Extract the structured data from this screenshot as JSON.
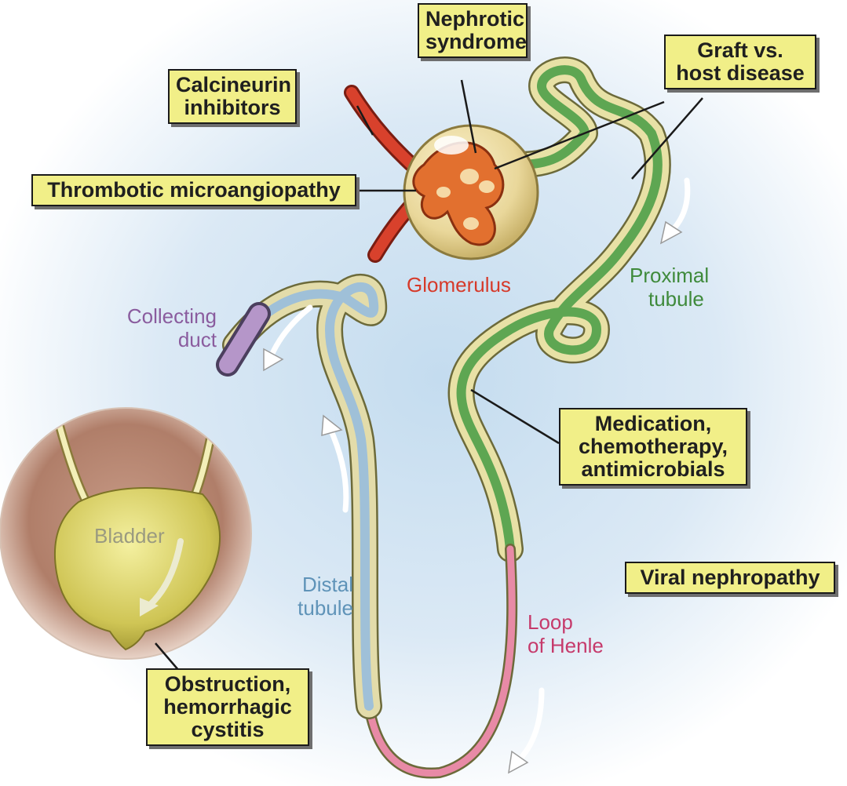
{
  "callouts": {
    "nephrotic": [
      "Nephrotic",
      "syndrome"
    ],
    "calcineurin": [
      "Calcineurin",
      "inhibitors"
    ],
    "graft": [
      "Graft vs.",
      "host disease"
    ],
    "thrombotic": [
      "Thrombotic microangiopathy"
    ],
    "medication": [
      "Medication,",
      "chemotherapy,",
      "antimicrobials"
    ],
    "viral": [
      "Viral nephropathy"
    ],
    "obstruction": [
      "Obstruction,",
      "hemorrhagic",
      "cystitis"
    ]
  },
  "labels": {
    "glomerulus": "Glomerulus",
    "proximal": [
      "Proximal",
      "tubule"
    ],
    "collecting": [
      "Collecting",
      "duct"
    ],
    "distal": [
      "Distal",
      "tubule"
    ],
    "loop": [
      "Loop",
      "of Henle"
    ],
    "bladder": "Bladder"
  },
  "colors": {
    "callout_fill": "#f1ef88",
    "glomerulus_label": "#d63a2a",
    "proximal_label": "#3f8a3b",
    "collecting_label": "#8a5c9e",
    "distal_label": "#5f93b8",
    "loop_label": "#c63a6b",
    "bladder_label": "#9a9a80"
  }
}
